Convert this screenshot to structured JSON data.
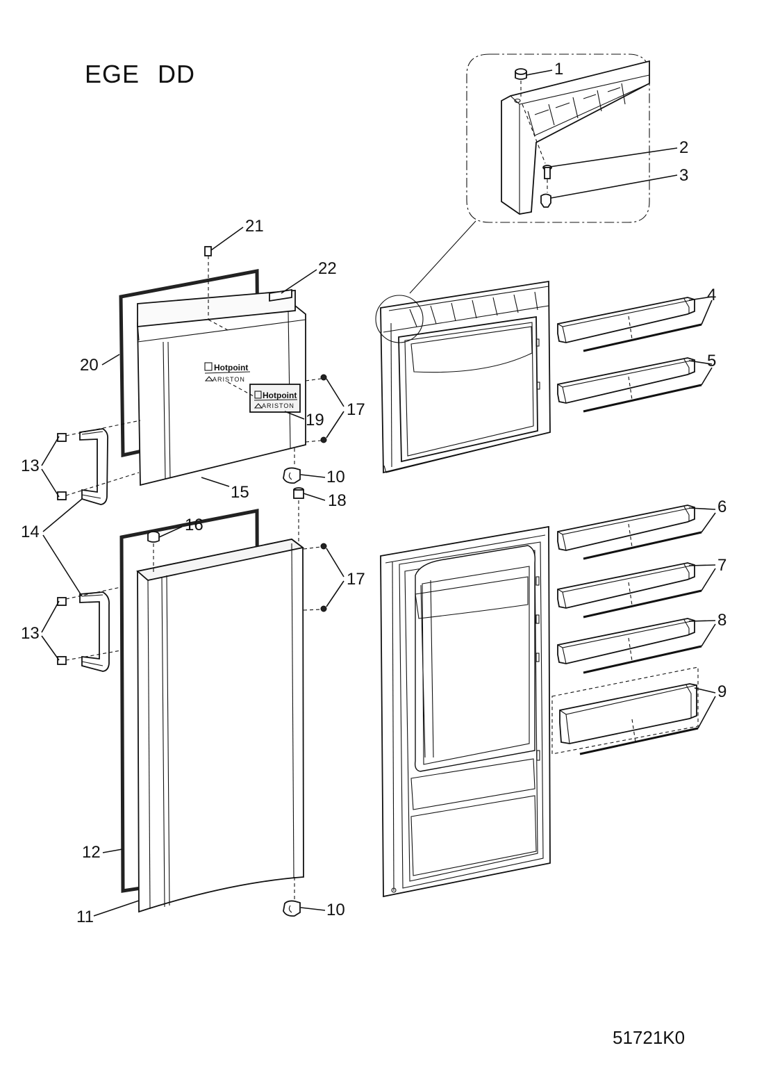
{
  "diagram": {
    "title_parts": [
      "EGE",
      "DD"
    ],
    "drawing_code": "51721K0",
    "brand_logo": {
      "line1": "Hotpoint",
      "line2": "ARISTON",
      "icon": "hotpoint-logo-icon"
    },
    "callouts": [
      {
        "id": "c1",
        "label": "1"
      },
      {
        "id": "c2",
        "label": "2"
      },
      {
        "id": "c3",
        "label": "3"
      },
      {
        "id": "c4",
        "label": "4"
      },
      {
        "id": "c5",
        "label": "5"
      },
      {
        "id": "c6",
        "label": "6"
      },
      {
        "id": "c7",
        "label": "7"
      },
      {
        "id": "c8",
        "label": "8"
      },
      {
        "id": "c9",
        "label": "9"
      },
      {
        "id": "c10a",
        "label": "10"
      },
      {
        "id": "c10b",
        "label": "10"
      },
      {
        "id": "c11",
        "label": "11"
      },
      {
        "id": "c12",
        "label": "12"
      },
      {
        "id": "c13a",
        "label": "13"
      },
      {
        "id": "c13b",
        "label": "13"
      },
      {
        "id": "c14",
        "label": "14"
      },
      {
        "id": "c15",
        "label": "15"
      },
      {
        "id": "c16",
        "label": "16"
      },
      {
        "id": "c17a",
        "label": "17"
      },
      {
        "id": "c17b",
        "label": "17"
      },
      {
        "id": "c18",
        "label": "18"
      },
      {
        "id": "c19",
        "label": "19"
      },
      {
        "id": "c20",
        "label": "20"
      },
      {
        "id": "c21",
        "label": "21"
      },
      {
        "id": "c22",
        "label": "22"
      }
    ]
  }
}
